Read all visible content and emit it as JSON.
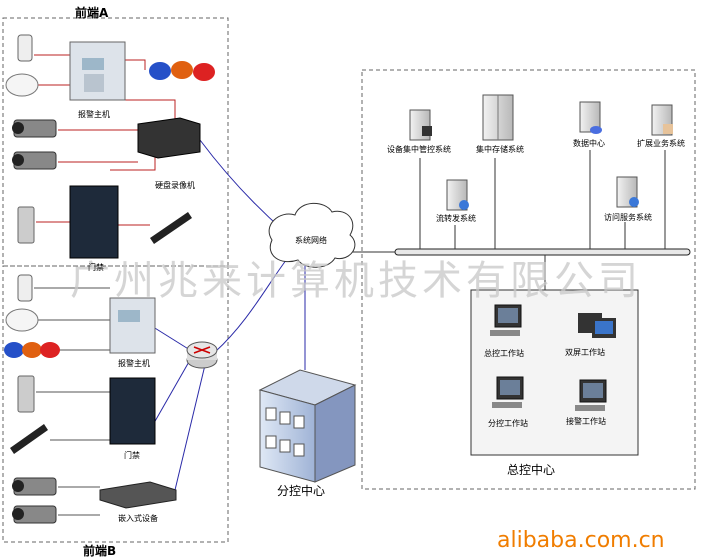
{
  "front_a": {
    "title": "前端A",
    "alarm_host": "报警主机",
    "dvr": "硬盘录像机",
    "access": "门禁"
  },
  "front_b": {
    "title": "前端B",
    "alarm_host": "报警主机",
    "access": "门禁",
    "embedded": "嵌入式设备"
  },
  "network": {
    "label": "系统网络"
  },
  "branch": {
    "label": "分控中心"
  },
  "main_center": {
    "label": "总控中心",
    "servers": {
      "device_mgmt": "设备集中管控系统",
      "storage": "集中存储系统",
      "data_center": "数据中心",
      "extended": "扩展业务系统",
      "stream": "流转发系统",
      "access_service": "访问服务系统"
    },
    "workstations": {
      "main_ws": "总控工作站",
      "dual_ws": "双屏工作站",
      "branch_ws": "分控工作站",
      "alarm_ws": "接警工作站"
    }
  },
  "watermark": "广州兆来计算机技术有限公司",
  "brand": "alibaba.com.cn"
}
